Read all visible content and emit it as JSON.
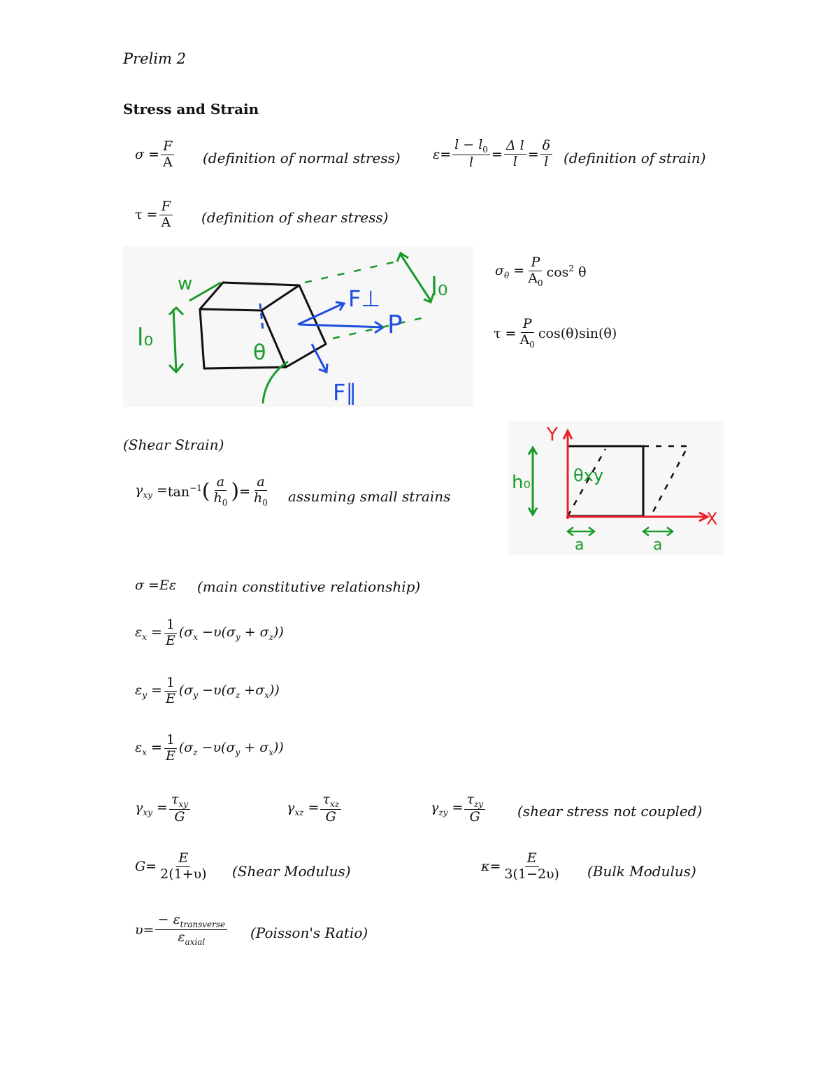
{
  "header": {
    "title": "Prelim 2"
  },
  "section": {
    "heading": "Stress and Strain"
  },
  "notes": {
    "normal_stress": "(definition of normal stress)",
    "strain": "(definition of strain)",
    "shear_stress": "(definition of shear stress)",
    "shear_strain_heading": "(Shear Strain)",
    "small_strains": "assuming small strains",
    "constitutive": "(main constitutive relationship)",
    "not_coupled": "(shear stress not coupled)",
    "shear_modulus": "(Shear Modulus)",
    "bulk_modulus": "(Bulk Modulus)",
    "poisson": "(Poisson's Ratio)"
  },
  "sketch1": {
    "w": "w",
    "l0_left": "l₀",
    "theta": "θ",
    "f_perp": "F⊥",
    "p": "P",
    "f_par": "F∥",
    "l0_right": "l₀"
  },
  "sketch2": {
    "y": "Y",
    "h0": "h₀",
    "theta_xy": "θxy",
    "x": "X",
    "a1": "a",
    "a2": "a"
  },
  "colors": {
    "green": "#1a9a2a",
    "blue": "#1f4fe0",
    "red": "#e8202a",
    "ink": "#111111"
  }
}
